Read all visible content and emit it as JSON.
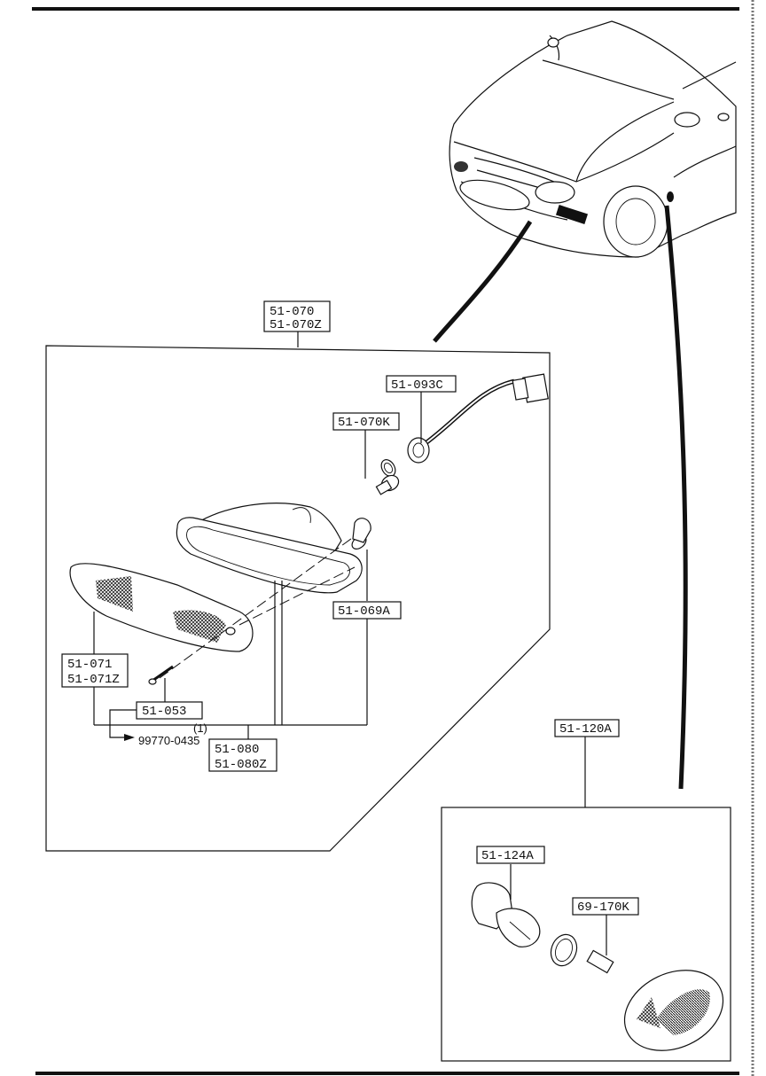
{
  "labels": {
    "assembly_main_1": "51-070",
    "assembly_main_2": "51-070Z",
    "socket_harness": "51-093C",
    "bulb_front": "51-070K",
    "bulb_holder": "51-069A",
    "lens_1": "51-071",
    "lens_2": "51-071Z",
    "screw": "51-053",
    "std_part_qty": "(1)",
    "std_part": "99770-0435",
    "housing_1": "51-080",
    "housing_2": "51-080Z",
    "side_lamp_assembly": "51-120A",
    "side_socket": "51-124A",
    "side_bulb": "69-170K"
  }
}
